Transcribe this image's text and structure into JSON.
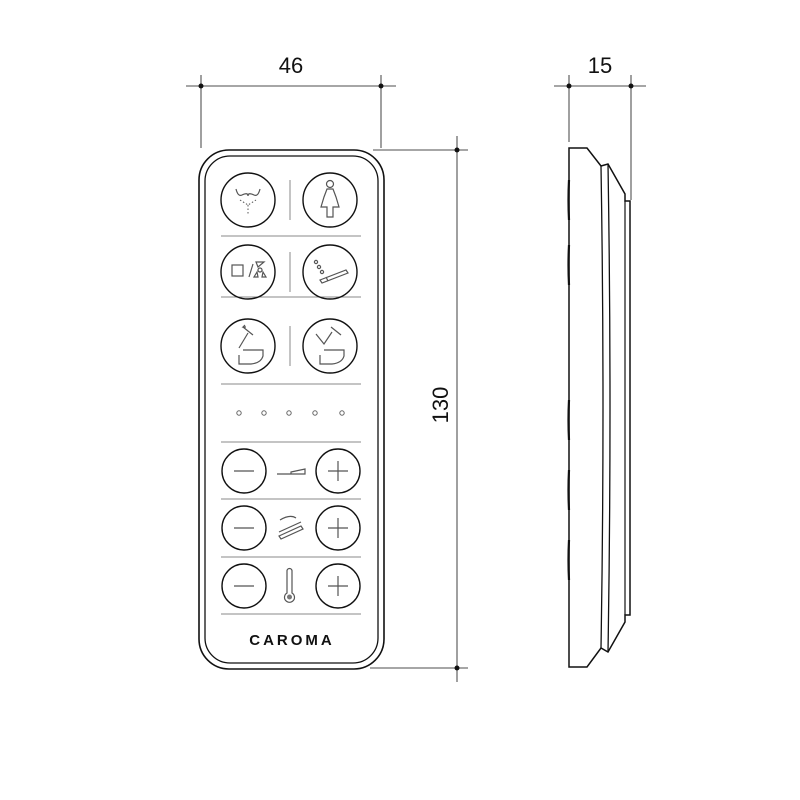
{
  "dimensions": {
    "width": "46",
    "depth": "15",
    "height": "130"
  },
  "remote": {
    "brand": "CAROMA",
    "buttons_rows": [
      {
        "left": "rear-wash-icon",
        "right": "front-wash-icon"
      },
      {
        "left": "stop-deodorize-icon",
        "right": "nozzle-clean-icon"
      },
      {
        "left": "seat-lid-icon",
        "right": "seat-open-icon"
      }
    ],
    "indicator_dots": 5,
    "adjust_rows": [
      {
        "minus": "minus-icon",
        "label": "nozzle-position-icon",
        "plus": "plus-icon"
      },
      {
        "minus": "minus-icon",
        "label": "water-pressure-icon",
        "plus": "plus-icon"
      },
      {
        "minus": "minus-icon",
        "label": "thermometer-icon",
        "plus": "plus-icon"
      }
    ]
  },
  "colors": {
    "line": "#111111",
    "icon": "#555555",
    "background": "#ffffff"
  }
}
